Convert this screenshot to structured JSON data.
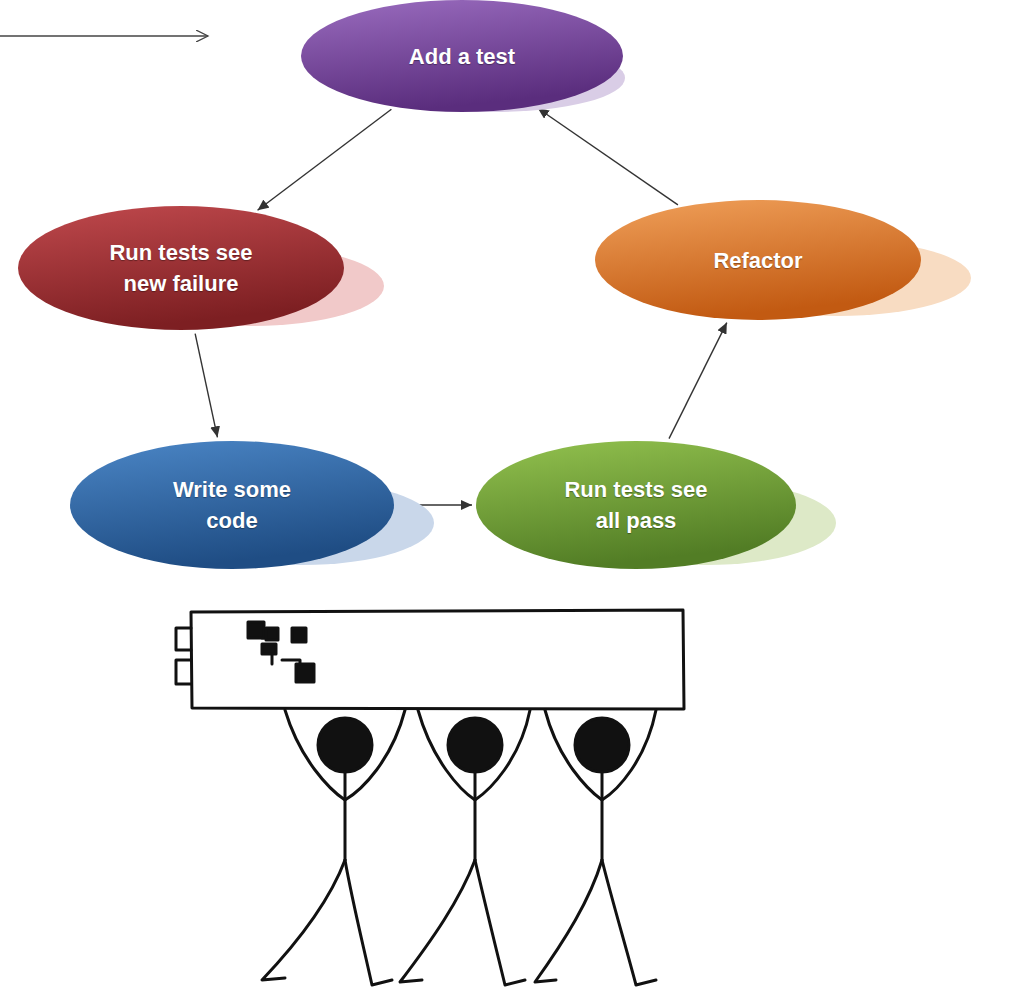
{
  "diagram": {
    "nodes": [
      {
        "text": [
          "Add a test"
        ]
      },
      {
        "text": [
          "Run tests see new failure"
        ]
      },
      {
        "text": [
          "Write some code"
        ]
      },
      {
        "text": [
          "Run tests see all pass"
        ]
      },
      {
        "text": [
          "Refactor"
        ]
      }
    ],
    "edges": [
      {
        "from": 0,
        "to": 1,
        "arrow": "to"
      },
      {
        "from": 1,
        "to": 2,
        "arrow": "to"
      },
      {
        "from": 2,
        "to": 3,
        "arrow": "to"
      },
      {
        "from": 3,
        "to": 4,
        "arrow": "to"
      },
      {
        "from": 4,
        "to": 0,
        "arrow": "to"
      }
    ]
  }
}
